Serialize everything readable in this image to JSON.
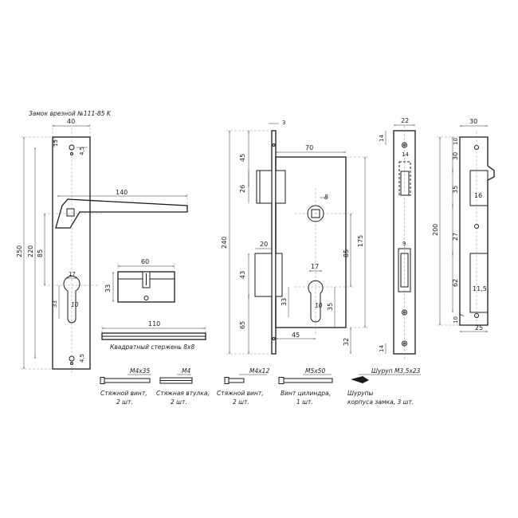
{
  "title": "Замок врезной №111-85 K",
  "handle": {
    "dim_width": "40",
    "dim_handle_length": "140",
    "dim_total_height": "250",
    "dim_mid_height": "220",
    "dim_center": "85",
    "dim_top": "15",
    "dim_hole_top": "4,5",
    "dim_hole_bottom": "4,5",
    "dim_cyl_width": "17",
    "dim_cyl_small": "33",
    "dim_cyl_round": "10"
  },
  "cylinder": {
    "dim_length": "60",
    "dim_height": "33"
  },
  "spindle": {
    "dim_length": "110",
    "label": "Квадратный стержень 8х8"
  },
  "lock_body": {
    "dim_faceplate": "3",
    "dim_width": "70",
    "dim_latch_h": "45",
    "dim_latch": "26",
    "dim_square": "8",
    "dim_total": "240",
    "dim_bolt": "20",
    "dim_bolt_h": "43",
    "dim_cyl_w": "17",
    "dim_backset": "85",
    "dim_body_h": "175",
    "dim_cyl_h": "33",
    "dim_cyl_r": "10",
    "dim_cyl_off": "35",
    "dim_bottom": "65",
    "dim_base": "45",
    "dim_bottom_small": "32"
  },
  "faceplate_side": {
    "dim_width": "22",
    "dim_top": "14",
    "dim_top_inner": "14",
    "dim_mid": "9",
    "dim_bottom": "14"
  },
  "strike_plate": {
    "dim_width": "30",
    "dim_top_a": "30",
    "dim_top_b": "10",
    "dim_latch": "35",
    "dim_latch_w": "16",
    "dim_total": "200",
    "dim_mid": "27",
    "dim_bolt": "62",
    "dim_bolt_w": "11,5",
    "dim_b1": "10",
    "dim_b2": "7",
    "dim_base": "25"
  },
  "parts": [
    {
      "spec": "M4x35",
      "name": "Стяжной винт,",
      "qty": "2 шт."
    },
    {
      "spec": "M4",
      "name": "Стяжная втулка,",
      "qty": "2 шт."
    },
    {
      "spec": "M4x12",
      "name": "Стяжной винт,",
      "qty": "2 шт."
    },
    {
      "spec": "M5x50",
      "name": "Винт цилиндра,",
      "qty": "1 шт."
    },
    {
      "spec": "Шуруп M3,5x23",
      "name": "Шурупы",
      "qty": "корпуса замка, 3 шт."
    }
  ]
}
